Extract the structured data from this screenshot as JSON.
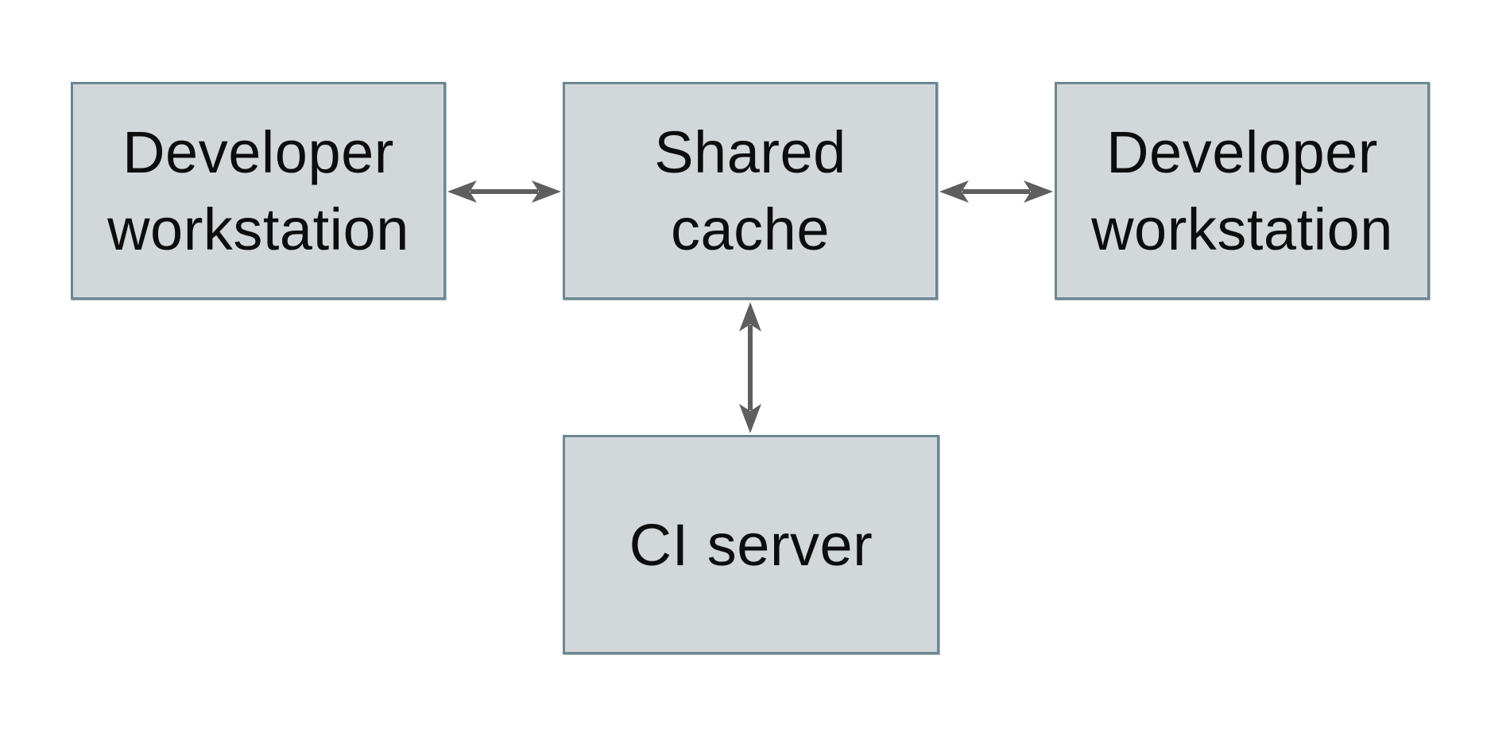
{
  "diagram": {
    "nodes": {
      "workstation_left": {
        "label": "Developer workstation"
      },
      "shared_cache": {
        "label": "Shared cache"
      },
      "workstation_right": {
        "label": "Developer workstation"
      },
      "ci_server": {
        "label": "CI server"
      }
    },
    "connections": [
      {
        "from": "workstation_left",
        "to": "shared_cache",
        "direction": "bidirectional"
      },
      {
        "from": "shared_cache",
        "to": "workstation_right",
        "direction": "bidirectional"
      },
      {
        "from": "shared_cache",
        "to": "ci_server",
        "direction": "bidirectional"
      }
    ],
    "colors": {
      "background": "#ffffff",
      "node_fill": "#d2d8da",
      "node_border": "#6c8692",
      "arrow": "#5e5e5e",
      "text": "#0d0d0d"
    }
  }
}
